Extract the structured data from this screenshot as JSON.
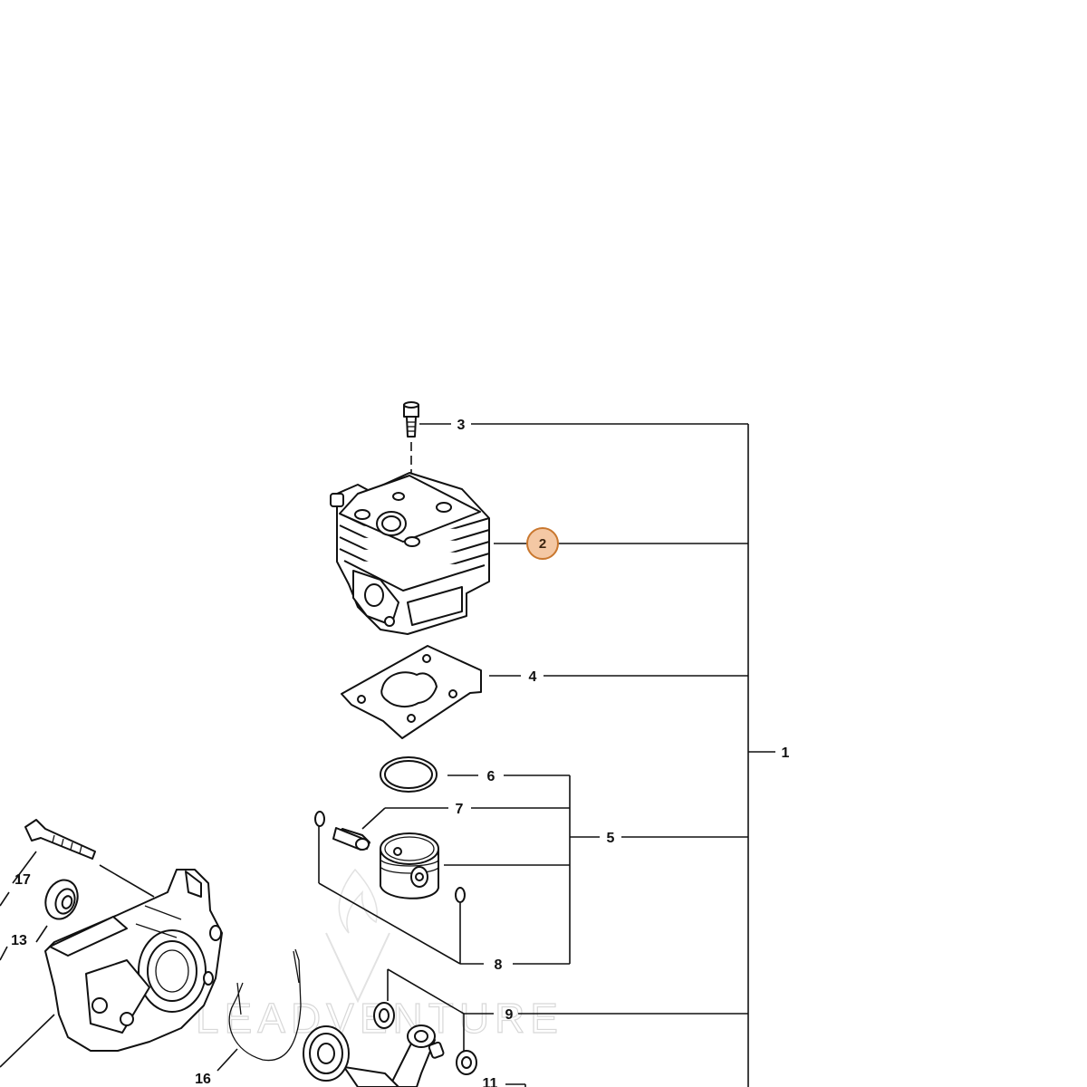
{
  "labels": {
    "l1": "1",
    "l2": "2",
    "l3": "3",
    "l4": "4",
    "l5": "5",
    "l6": "6",
    "l7": "7",
    "l8": "8",
    "l9": "9",
    "l11": "11",
    "l13": "13",
    "l16": "16",
    "l17": "17"
  },
  "watermark": "LEADVENTURE",
  "colors": {
    "callout_fill": "#f4c8a4",
    "callout_stroke": "#c9772e",
    "line": "#111111"
  }
}
